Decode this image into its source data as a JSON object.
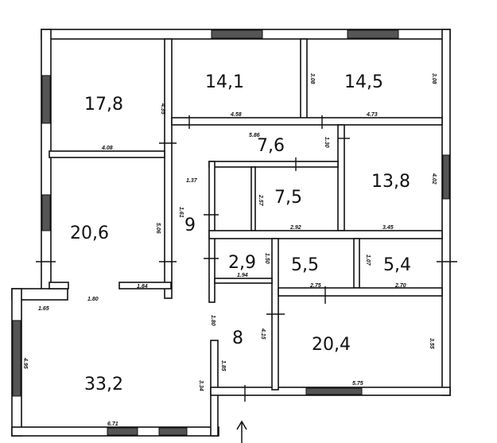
{
  "plan": {
    "rooms": [
      {
        "id": "r1",
        "area": "17,8"
      },
      {
        "id": "r2",
        "area": "14,1"
      },
      {
        "id": "r3",
        "area": "14,5"
      },
      {
        "id": "r4",
        "area": "7,6"
      },
      {
        "id": "r5",
        "area": "13,8"
      },
      {
        "id": "r6",
        "area": "20,6"
      },
      {
        "id": "r7",
        "area": "9"
      },
      {
        "id": "r8",
        "area": "7,5"
      },
      {
        "id": "r9",
        "area": "2,9"
      },
      {
        "id": "r10",
        "area": "5,5"
      },
      {
        "id": "r11",
        "area": "5,4"
      },
      {
        "id": "r12",
        "area": "8"
      },
      {
        "id": "r13",
        "area": "20,4"
      },
      {
        "id": "r14",
        "area": "33,2"
      }
    ],
    "dimensions": [
      "4.35",
      "4.58",
      "3.08",
      "4.73",
      "3.08",
      "4.08",
      "5.86",
      "1.30",
      "1.37",
      "1.61",
      "5.06",
      "2.57",
      "2.92",
      "3.45",
      "4.02",
      "1.50",
      "1.94",
      "2.75",
      "1.07",
      "2.70",
      "1.84",
      "1.80",
      "1.65",
      "1.80",
      "4.15",
      "3.55",
      "4.95",
      "1.85",
      "3.34",
      "5.75",
      "6.71"
    ]
  }
}
